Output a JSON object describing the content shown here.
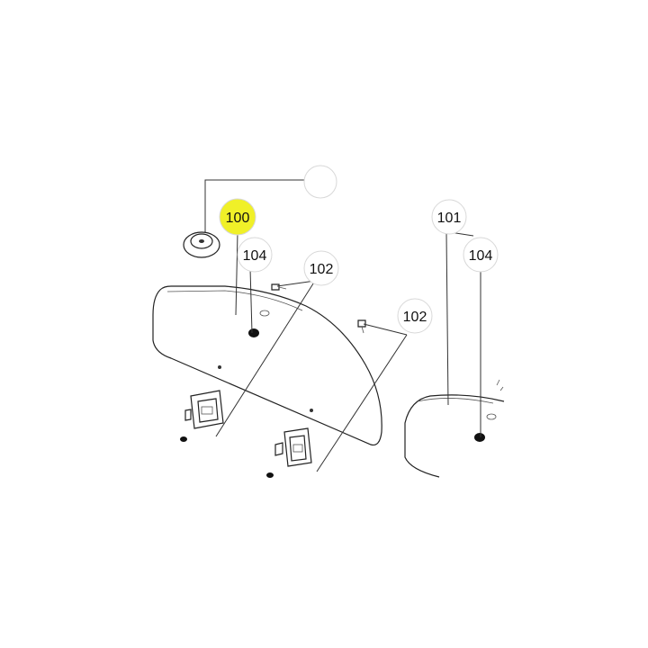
{
  "diagram": {
    "callouts": [
      {
        "id": "c100",
        "label": "100",
        "highlight": true
      },
      {
        "id": "c104a",
        "label": "104"
      },
      {
        "id": "c102a",
        "label": "102"
      },
      {
        "id": "c102b",
        "label": "102"
      },
      {
        "id": "c101",
        "label": "101"
      },
      {
        "id": "c104b",
        "label": "104"
      }
    ],
    "colors": {
      "highlight": "#f0f028",
      "line": "#333333",
      "bubble_border": "#d8d8d8"
    }
  }
}
